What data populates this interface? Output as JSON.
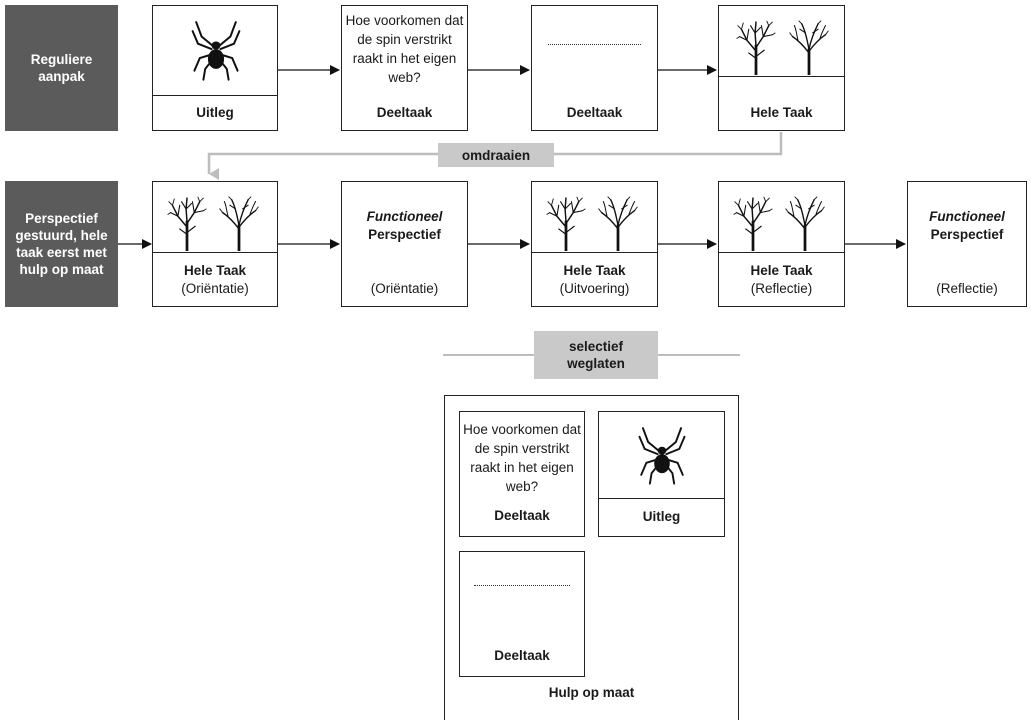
{
  "rows": {
    "regular": {
      "label": "Reguliere aanpak"
    },
    "perspective": {
      "label": "Perspectief gestuurd, hele taak eerst met hulp op maat"
    }
  },
  "top_cards": [
    {
      "caption": "Uitleg",
      "icon": "spider-icon"
    },
    {
      "question": "Hoe voorkomen dat de spin verstrikt raakt in het eigen web?",
      "caption": "Deeltaak"
    },
    {
      "dots": "....................................",
      "caption": "Deeltaak"
    },
    {
      "caption": "Hele Taak",
      "icon": "trees-icon"
    }
  ],
  "middle_cards": [
    {
      "caption": "Hele Taak",
      "sub": "(Oriëntatie)",
      "icon": "trees-icon"
    },
    {
      "title_italic": "Functioneel",
      "title": "Perspectief",
      "sub": "(Oriëntatie)"
    },
    {
      "caption": "Hele Taak",
      "sub": "(Uitvoering)",
      "icon": "trees-icon"
    },
    {
      "caption": "Hele Taak",
      "sub": "(Reflectie)",
      "icon": "trees-icon"
    },
    {
      "title_italic": "Functioneel",
      "title": "Perspectief",
      "sub": "(Reflectie)"
    }
  ],
  "connectors": {
    "reverse": "omdraaien",
    "omit": "selectief weglaten"
  },
  "help_panel": {
    "title": "Hulp op maat",
    "question_card": {
      "question": "Hoe voorkomen dat de spin verstrikt raakt in het eigen web?",
      "caption": "Deeltaak"
    },
    "explain_card": {
      "caption": "Uitleg",
      "icon": "spider-icon"
    },
    "dots_card": {
      "dots": "......................................",
      "caption": "Deeltaak"
    }
  },
  "colors": {
    "dark_label": "#5b5b5b",
    "grey_label": "#c9c9c9",
    "connector": "#bdbdbd",
    "ink": "#1a1a1a"
  }
}
